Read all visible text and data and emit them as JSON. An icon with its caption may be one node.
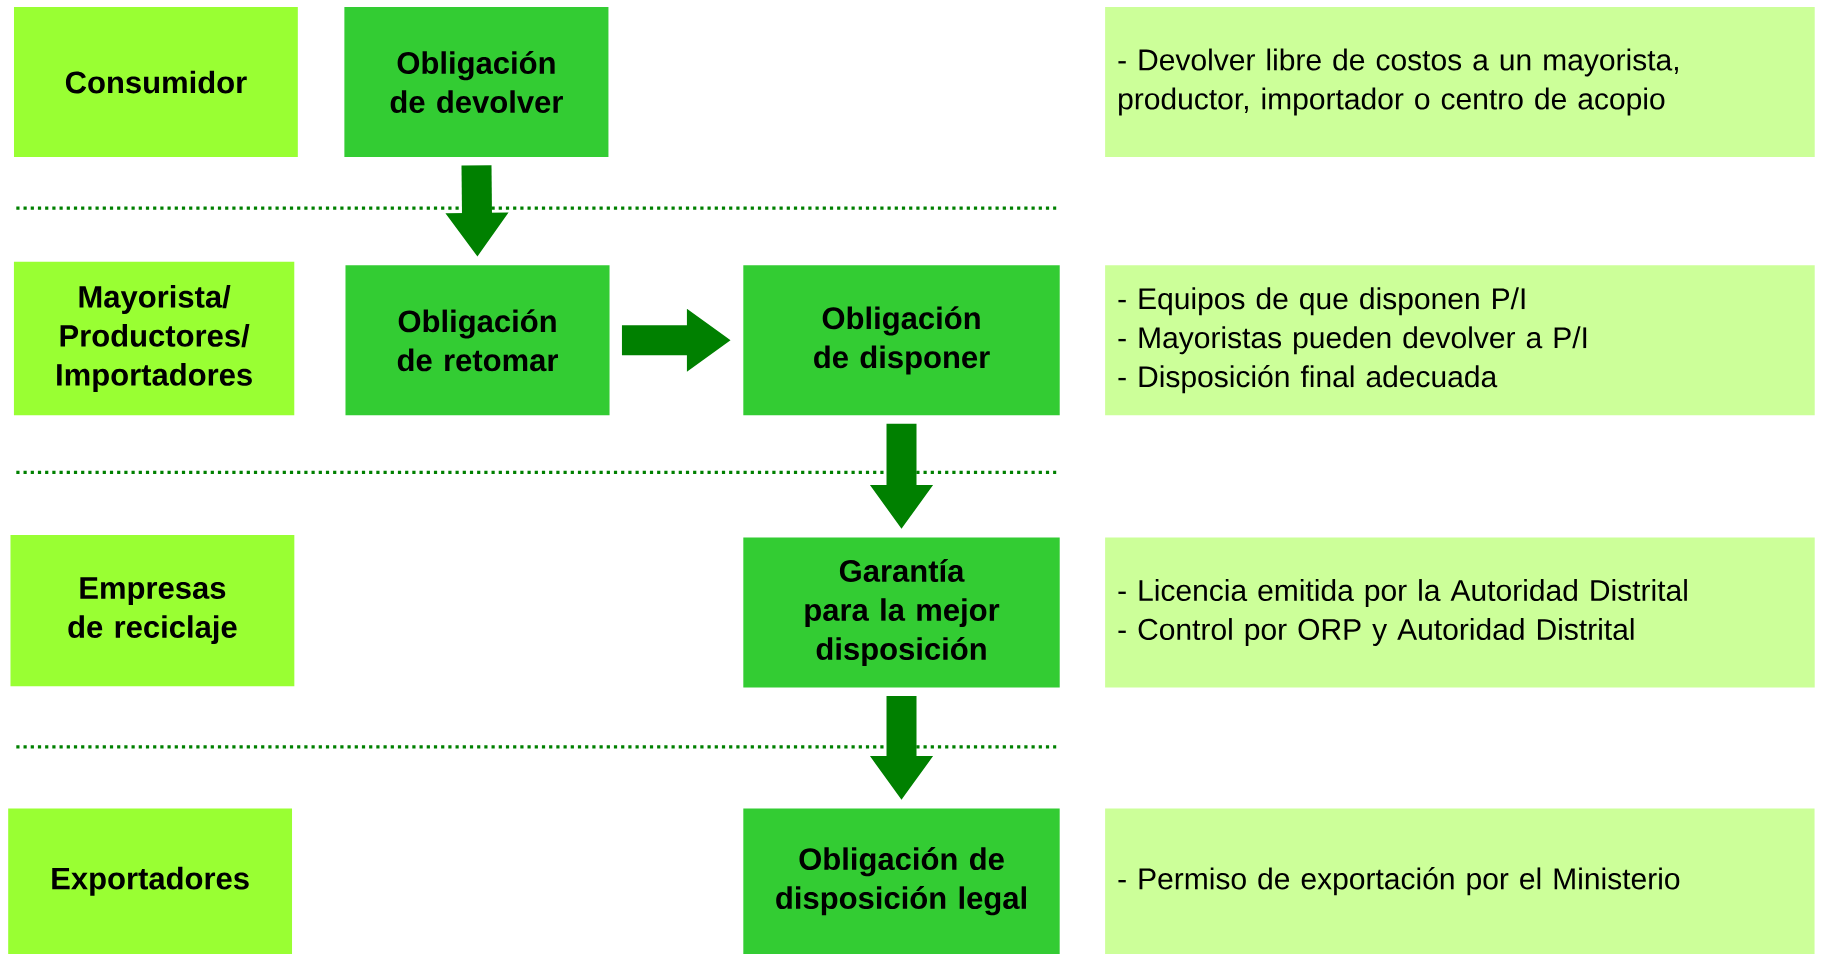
{
  "diagram": {
    "nodes": [
      {
        "text": [
          "Consumidor"
        ]
      },
      {
        "text": [
          "Obligación de devolver"
        ]
      },
      {
        "text": [
          "- Devolver libre de costos a un mayorista, productor, importador o centro de acopio"
        ]
      },
      {
        "text": [
          "Mayorista/ Productores/ Importadores"
        ]
      },
      {
        "text": [
          "Obligación de retomar"
        ]
      },
      {
        "text": [
          "Obligación de disponer"
        ]
      },
      {
        "text": [
          "- Equipos de que disponen P/I",
          "- Mayoristas pueden devolver a P/I",
          "- Disposición final adecuada"
        ]
      },
      {
        "text": [
          "Empresas de reciclaje"
        ]
      },
      {
        "text": [
          "Garantía para la mejor disposición"
        ]
      },
      {
        "text": [
          "- Licencia emitida por la Autoridad Distrital",
          "- Control por ORP y Autoridad Distrital"
        ]
      },
      {
        "text": [
          "Exportadores"
        ]
      },
      {
        "text": [
          "Obligación de disposición legal"
        ]
      },
      {
        "text": [
          "- Permiso de exportación por el Ministerio"
        ]
      }
    ],
    "edges": [
      {
        "from": 1,
        "to": 4,
        "arrow": "to"
      },
      {
        "from": 4,
        "to": 5,
        "arrow": "to"
      },
      {
        "from": 5,
        "to": 8,
        "arrow": "to"
      },
      {
        "from": 8,
        "to": 11,
        "arrow": "to"
      }
    ]
  }
}
